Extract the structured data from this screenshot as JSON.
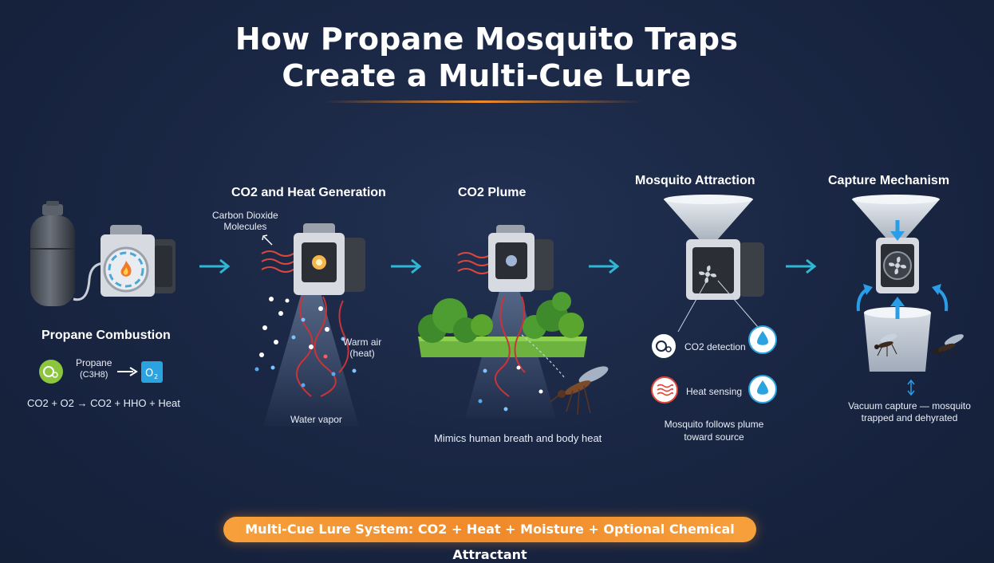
{
  "title": {
    "line1": "How Propane Mosquito Traps",
    "line2": "Create a Multi-Cue Lure"
  },
  "stages": {
    "combustion": {
      "title": "Propane Combustion",
      "propane_label": "Propane",
      "propane_formula": "(C3H8)",
      "equation": "CO2 + O2 → CO2 + HHO + Heat"
    },
    "generation": {
      "title": "CO2 and Heat Generation",
      "carbon_label_1": "Carbon Dioxide",
      "carbon_label_2": "Molecules",
      "warm_air_1": "Warm air",
      "warm_air_2": "(heat)",
      "water_vapor": "Water vapor"
    },
    "plume": {
      "title": "CO2 Plume",
      "caption": "Mimics human breath and body heat"
    },
    "attraction": {
      "title": "Mosquito Attraction",
      "co2_detection": "CO2 detection",
      "heat_sensing": "Heat sensing",
      "caption_1": "Mosquito follows plume",
      "caption_2": "toward source"
    },
    "capture": {
      "title": "Capture Mechanism",
      "caption_1": "Vacuum capture — mosquito",
      "caption_2": "trapped and dehyrated"
    }
  },
  "banner": "Multi-Cue Lure System: CO2 + Heat + Moisture + Optional Chemical Attractant",
  "icons": [
    "propane-tank-icon",
    "flame-icon",
    "fan-icon",
    "water-drop-icon",
    "heat-waves-icon",
    "mosquito-icon",
    "arrow-right-icon"
  ],
  "colors": {
    "background": "#1a2744",
    "accent_orange": "#f08a2a",
    "arrow_cyan": "#2fb7d4",
    "heat_red": "#e0473a",
    "vapor_blue": "#5aa9f0",
    "foliage_green": "#5aa52e"
  }
}
